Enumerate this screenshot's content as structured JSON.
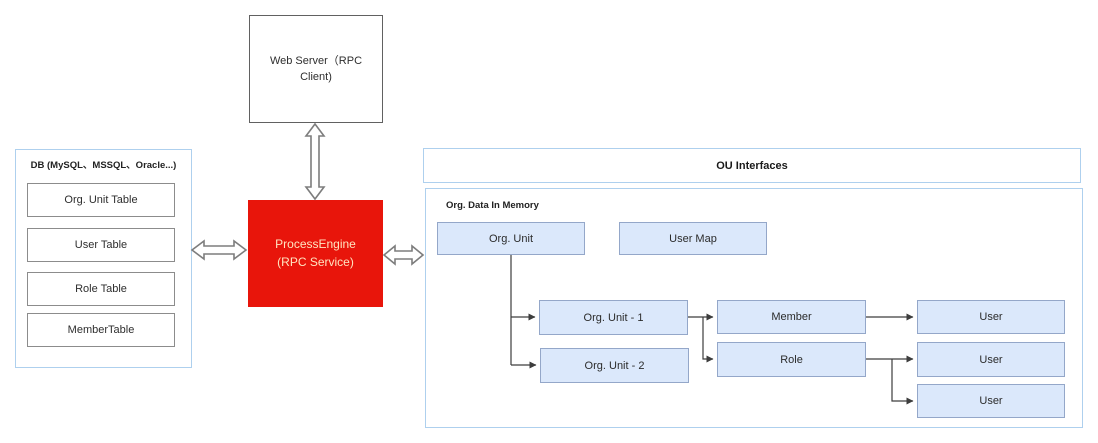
{
  "colors": {
    "engine_fill": "#e8150b",
    "engine_text": "#ffe4c0",
    "node_fill": "#dbe8fb",
    "node_border": "#94a7c9",
    "container_border": "#aed0ee",
    "plain_box_border": "#8c8c8c",
    "web_server_border": "#616161",
    "connector": "#3d3d3d",
    "block_arrow_stroke": "#7d7d7d"
  },
  "web_server": {
    "label": "Web Server（RPC Client)"
  },
  "process_engine": {
    "line1": "ProcessEngine",
    "line2": "(RPC Service)"
  },
  "db": {
    "title": "DB (MySQL、MSSQL、Oracle...)",
    "tables": [
      "Org. Unit Table",
      "User Table",
      "Role Table",
      "MemberTable"
    ]
  },
  "ou": {
    "header": "OU Interfaces",
    "section_label": "Org. Data In Memory",
    "org_unit": "Org. Unit",
    "user_map": "User Map",
    "org_unit_1": "Org. Unit - 1",
    "org_unit_2": "Org. Unit - 2",
    "member": "Member",
    "role": "Role",
    "user_1": "User",
    "user_2": "User",
    "user_3": "User"
  }
}
